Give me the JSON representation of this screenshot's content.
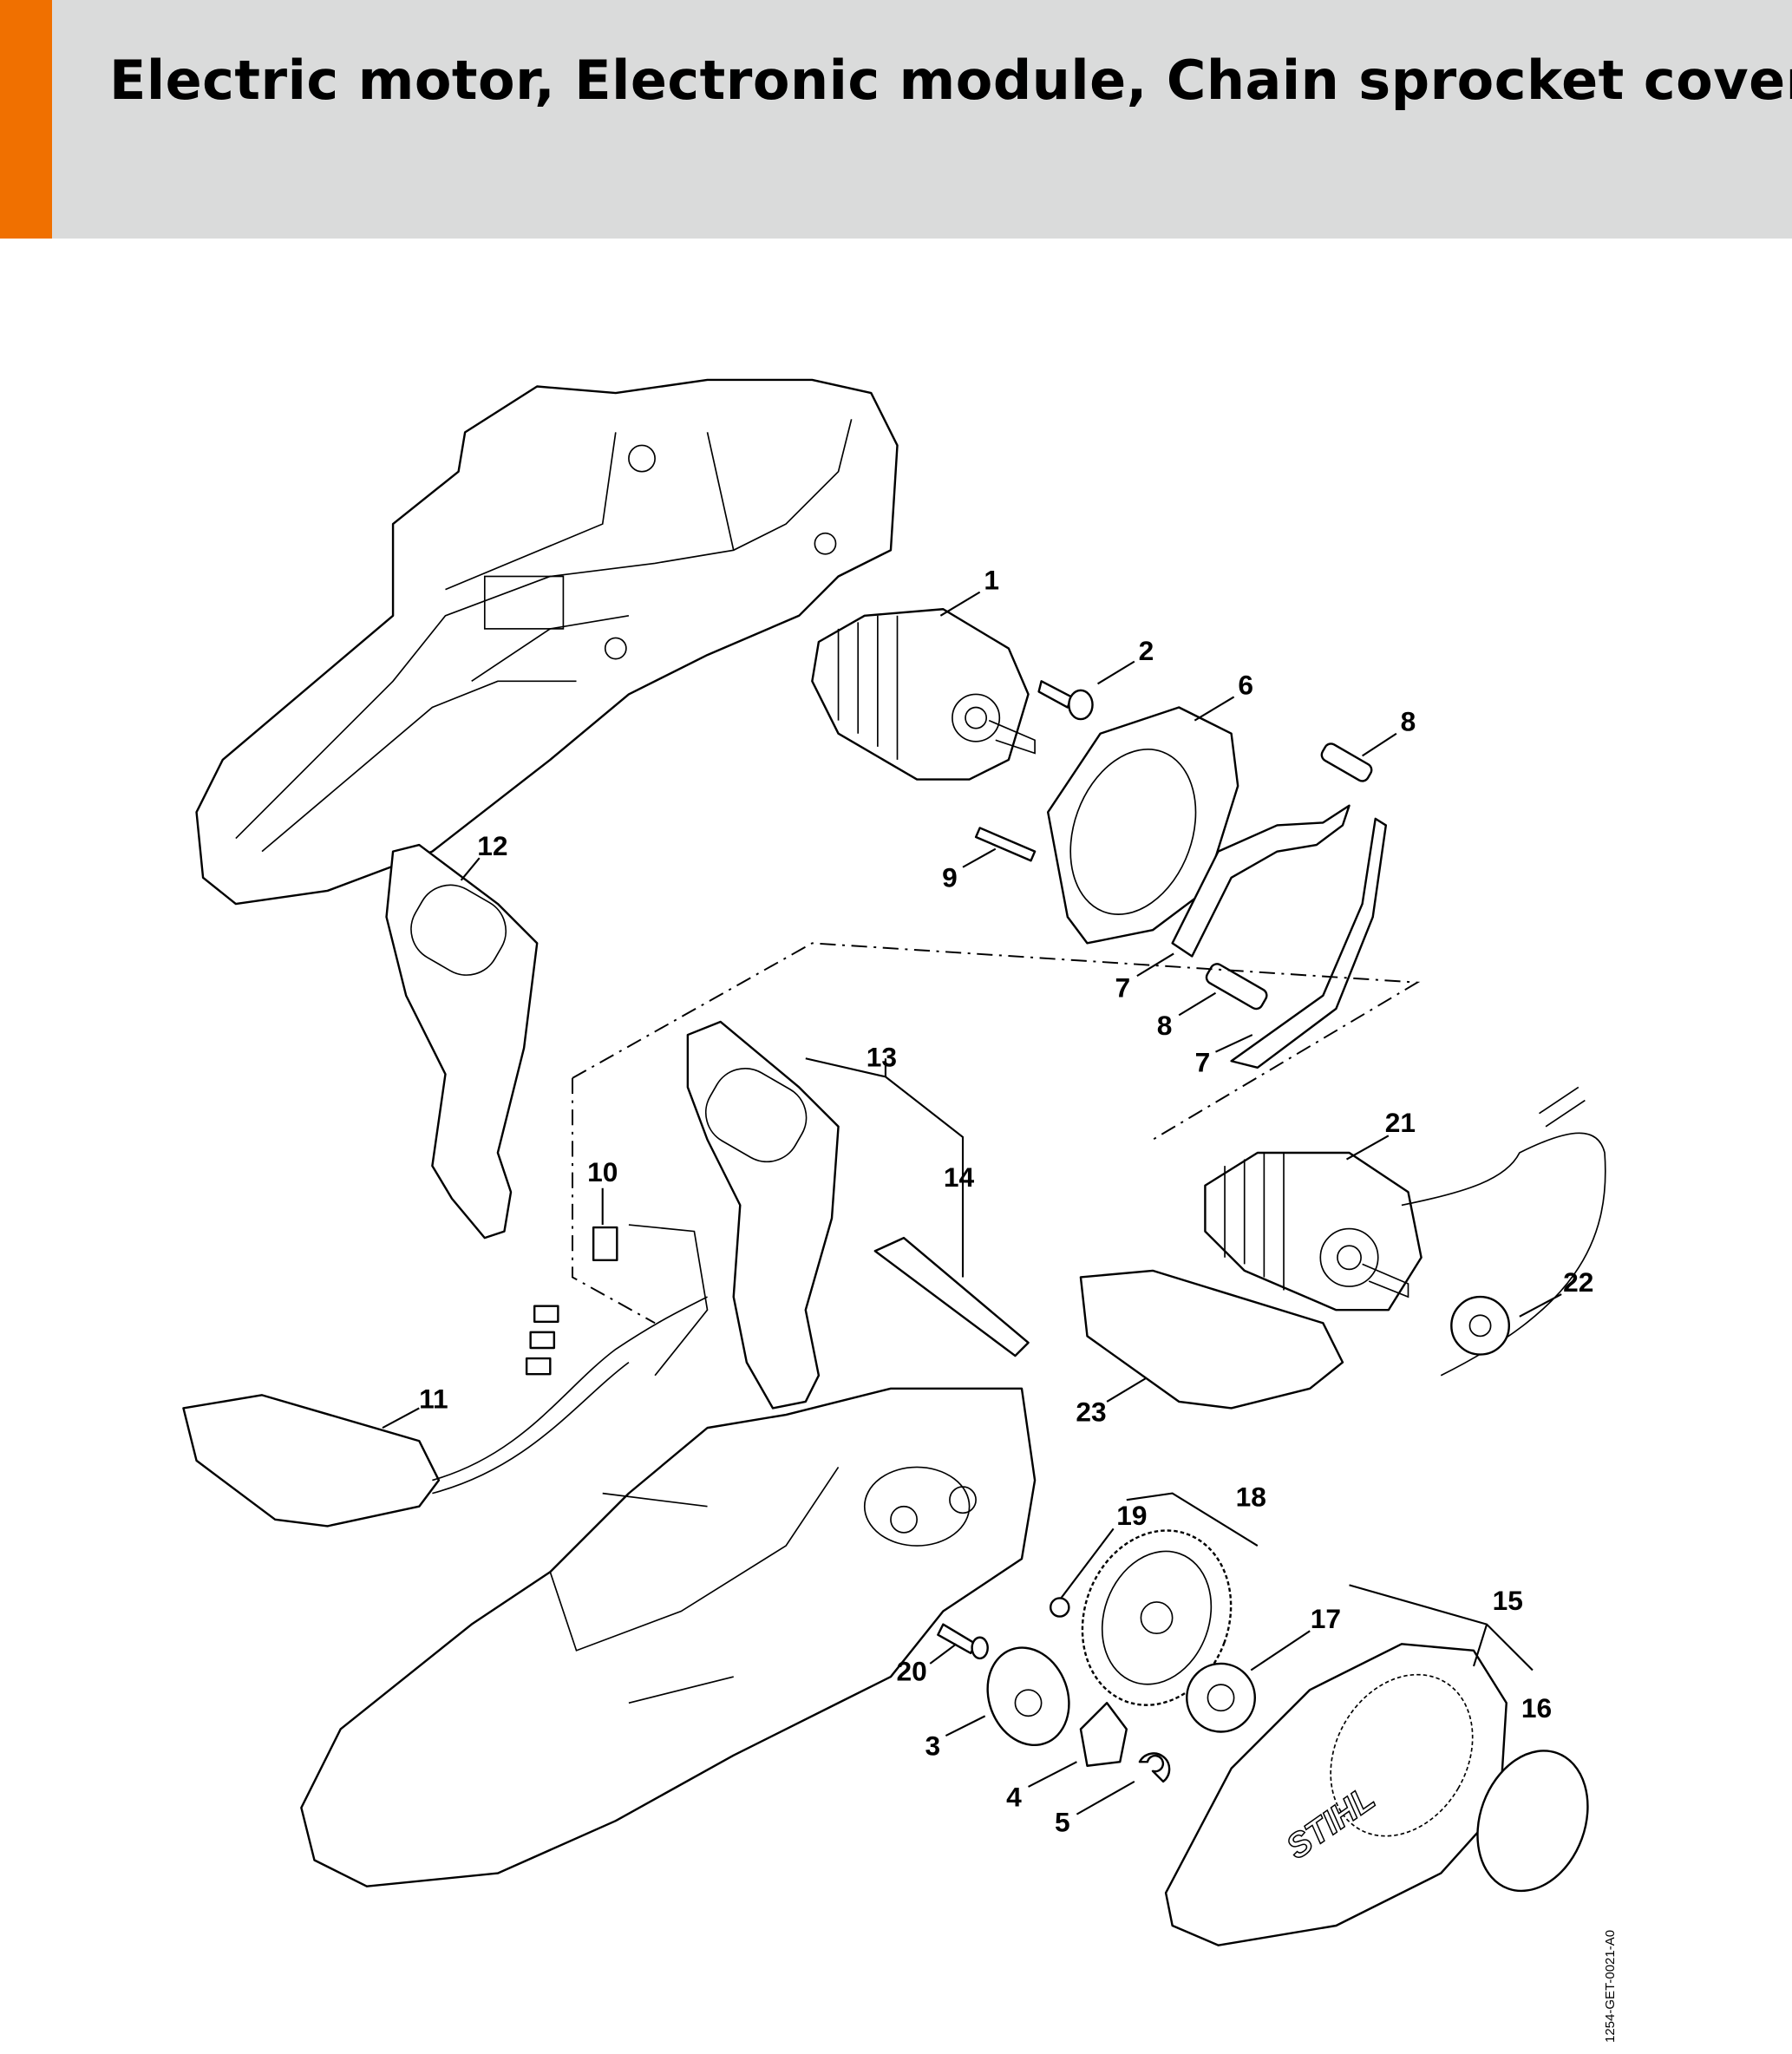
{
  "header": {
    "title": "Electric motor, Electronic module, Chain sprocket cover",
    "accent_color": "#f07000",
    "background_color": "#dadbdb"
  },
  "diagram": {
    "document_id": "1254-GET-0021-A0",
    "labels": [
      "1",
      "2",
      "6",
      "8",
      "9",
      "12",
      "7",
      "8",
      "7",
      "13",
      "14",
      "10",
      "21",
      "22",
      "11",
      "23",
      "18",
      "19",
      "15",
      "17",
      "16",
      "20",
      "3",
      "4",
      "5"
    ]
  }
}
